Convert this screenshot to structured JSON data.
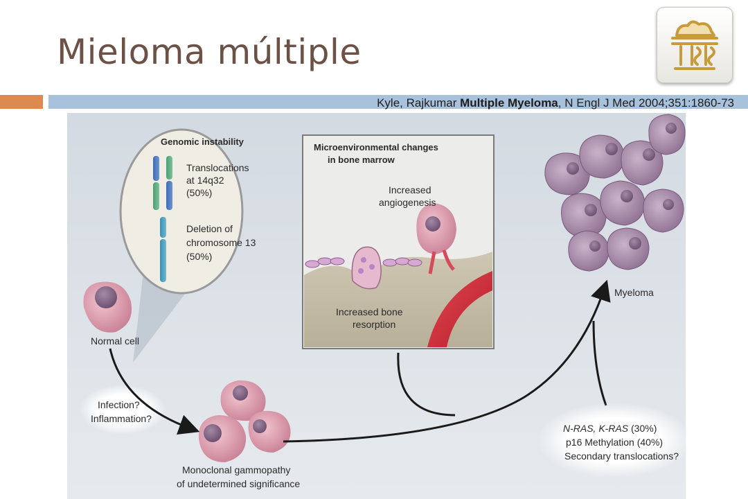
{
  "slide": {
    "title": "Mieloma múltiple",
    "citation": {
      "authors": "Kyle, Rajkumar ",
      "article": "Multiple Myeloma",
      "source": ", N Engl J Med 2004;351:1860-73"
    },
    "logo_icon": "pharmacy-building-icon"
  },
  "figure": {
    "genomic": {
      "title": "Genomic instability",
      "translocation": [
        "Translocations",
        "at 14q32",
        "(50%)"
      ],
      "deletion": [
        "Deletion of",
        "chromosome 13",
        "(50%)"
      ]
    },
    "micro": {
      "title": [
        "Microenvironmental changes",
        "in bone marrow"
      ],
      "angio": [
        "Increased",
        "angiogenesis"
      ],
      "resorption": [
        "Increased bone",
        "resorption"
      ]
    },
    "normal_cell": "Normal cell",
    "infection": [
      "Infection?",
      "Inflammation?"
    ],
    "mgus": [
      "Monoclonal gammopathy",
      "of undetermined significance"
    ],
    "myeloma": "Myeloma",
    "mutations": {
      "ras": "N-RAS, K-RAS",
      "ras_pct": " (30%)",
      "p16": "p16 Methylation (40%)",
      "secondary": "Secondary translocations?"
    }
  }
}
